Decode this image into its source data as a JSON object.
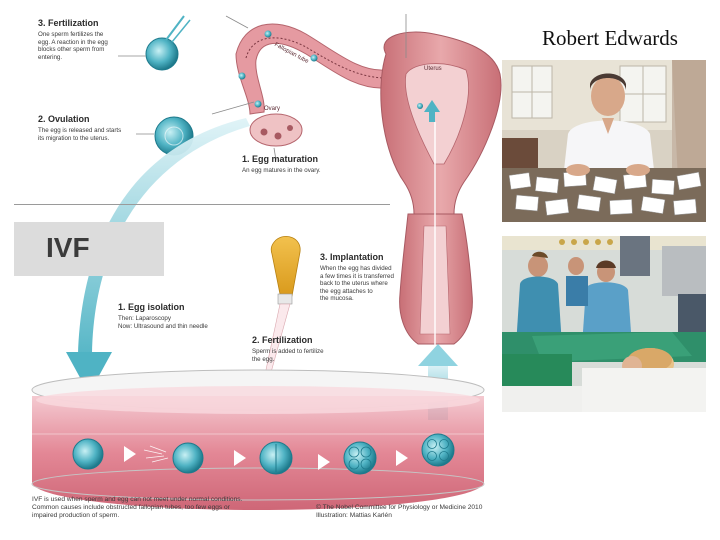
{
  "diagram": {
    "step_fertilization_top": {
      "title": "3. Fertilization",
      "lines": [
        "One sperm fertilizes the",
        "egg. A reaction in the egg",
        "blocks other sperm from",
        "entering."
      ]
    },
    "step_ovulation": {
      "title": "2. Ovulation",
      "lines": [
        "The egg is released and starts",
        "its migration to the uterus."
      ]
    },
    "step_egg_maturation": {
      "title": "1. Egg maturation",
      "lines": [
        "An egg matures in the ovary."
      ]
    },
    "labels": {
      "fallopian_tube": "Fallopian tube",
      "uterus": "Uterus",
      "ovary": "Ovary"
    },
    "ivf_heading": "IVF",
    "step_implantation": {
      "title": "3. Implantation",
      "lines": [
        "When the egg has divided",
        "a few times it is transferred",
        "back to the uterus where",
        "the egg attaches to",
        "the mucosa."
      ]
    },
    "step_egg_isolation": {
      "title": "1. Egg isolation",
      "lines": [
        "Then: Laparoscopy",
        "Now: Ultrasound and thin needle"
      ]
    },
    "step_fertilization_ivf": {
      "title": "2. Fertilization",
      "lines": [
        "Sperm is added to fertilize",
        "the egg."
      ]
    },
    "footer_left": [
      "IVF is used when sperm and egg can not meet under normal conditions.",
      "Common causes include obstructed fallopian tubes, too few eggs or",
      "impaired production of sperm."
    ],
    "footer_right": [
      "© The Nobel Committee for Physiology or Medicine 2010",
      "Illustration: Mattias Karlén"
    ],
    "colors": {
      "uterus": "#d98a8f",
      "egg": "#4fb3c4",
      "arrow": "#6cc3d5",
      "dish": "#e07a8a"
    }
  },
  "photos": {
    "title": "Robert Edwards"
  }
}
